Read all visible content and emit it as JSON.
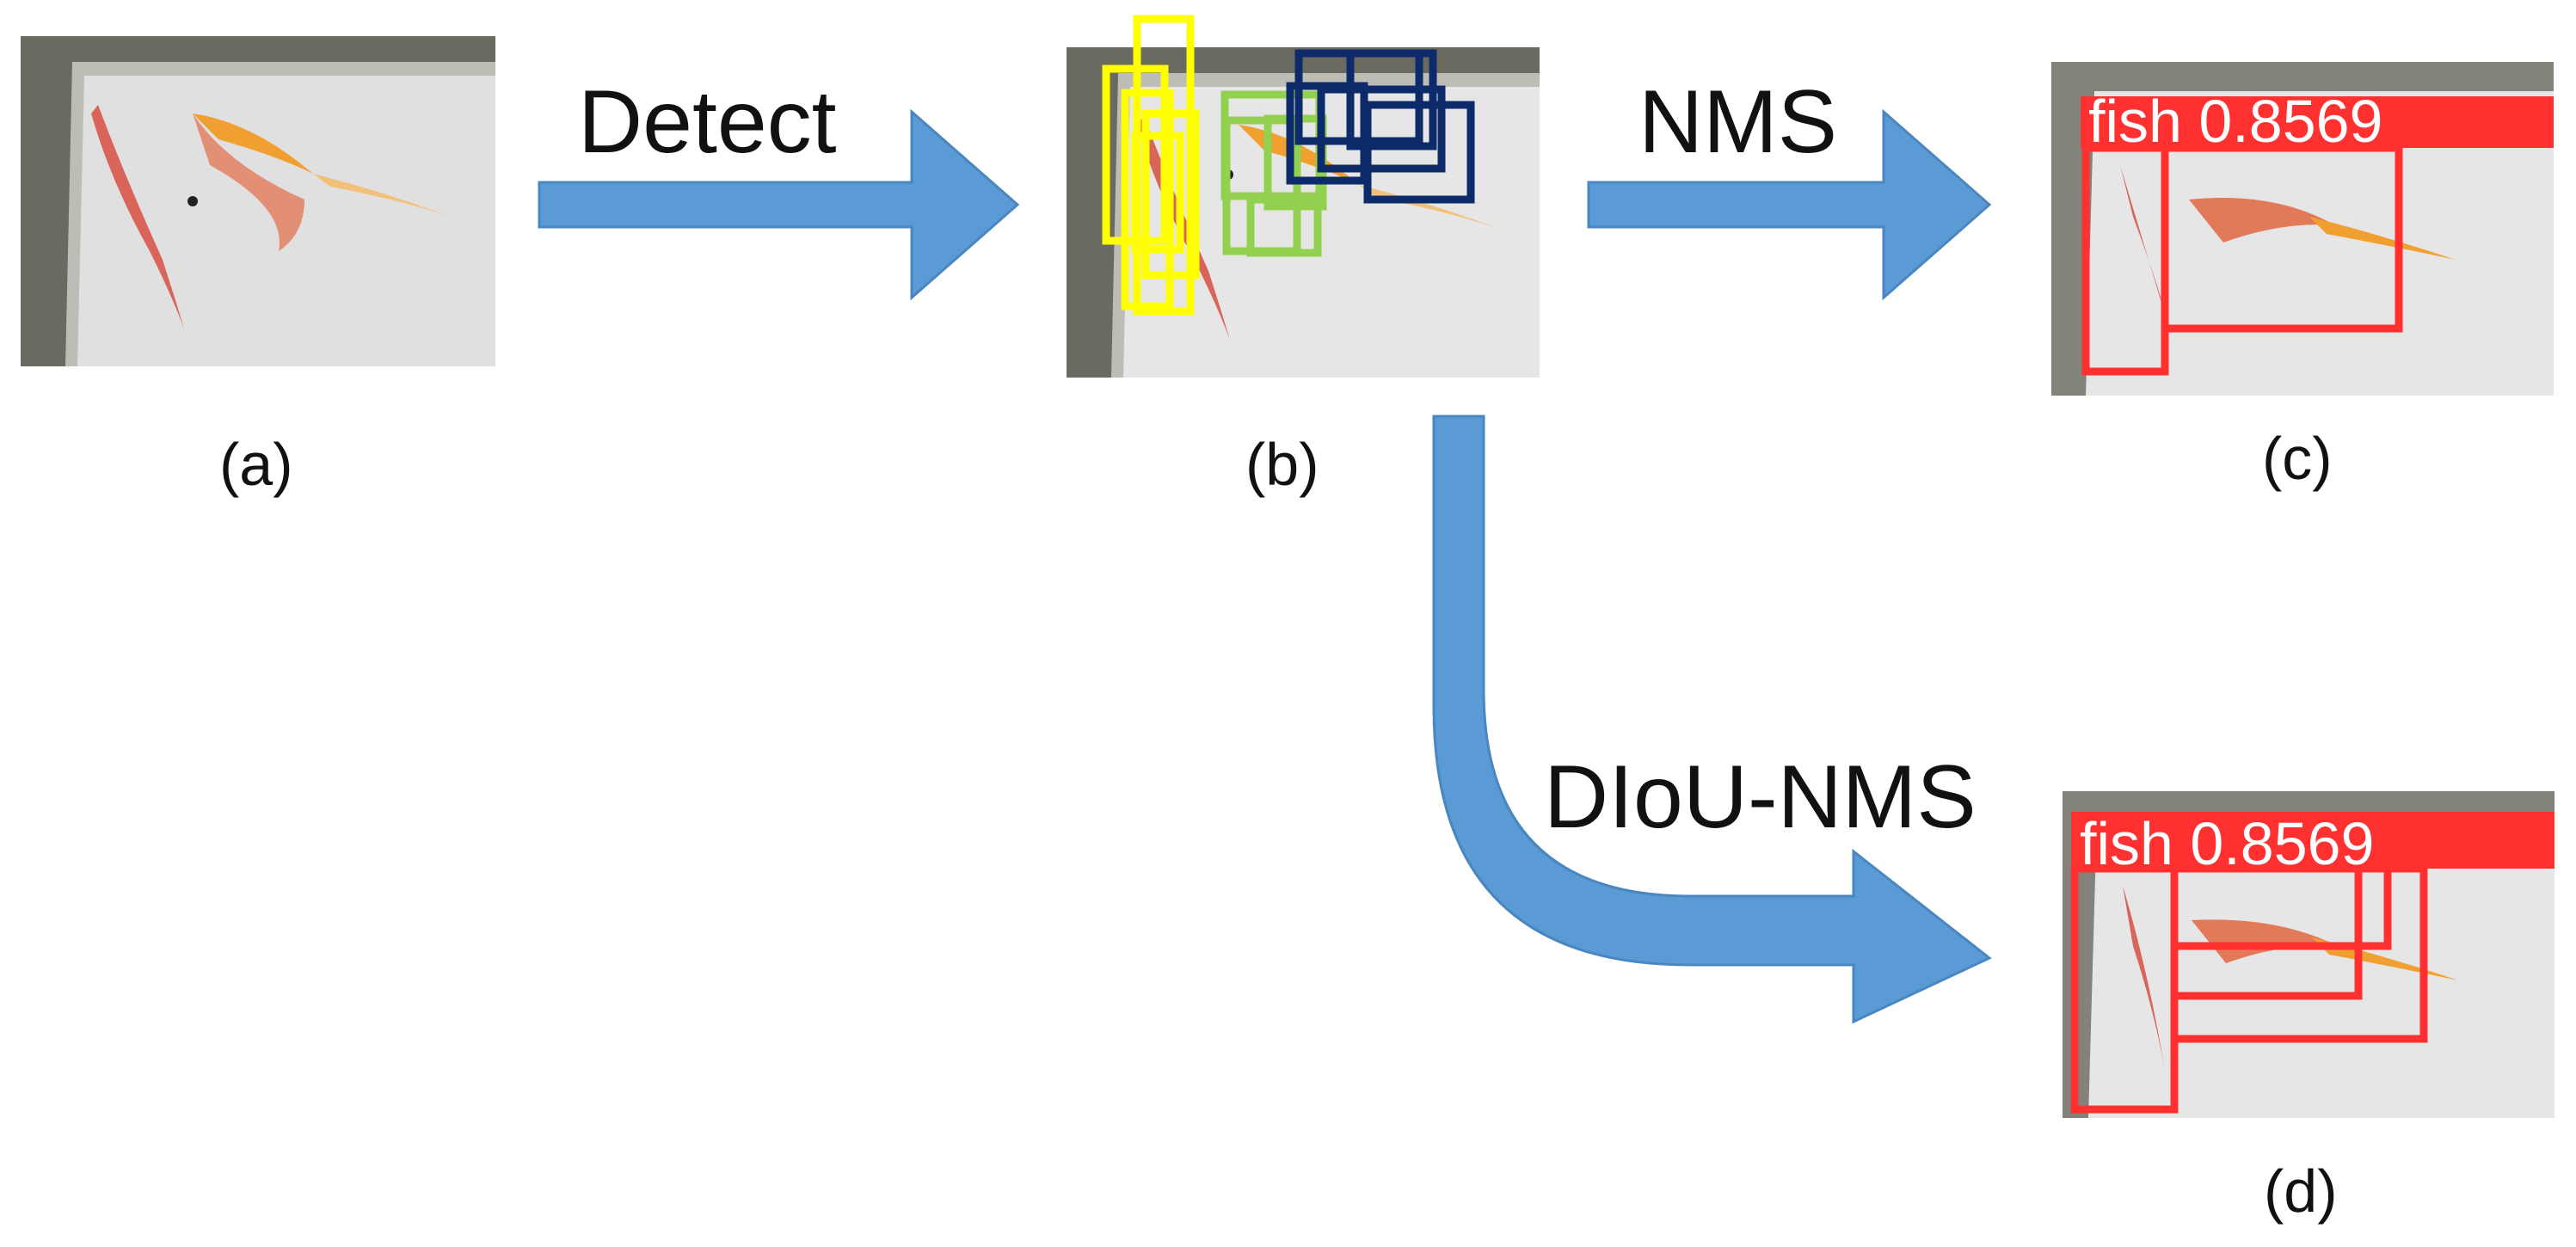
{
  "panels": {
    "a": {
      "caption": "(a)"
    },
    "b": {
      "caption": "(b)"
    },
    "c": {
      "caption": "(c)",
      "detection_text": "fish 0.8569"
    },
    "d": {
      "caption": "(d)",
      "detection_text": "fish 0.8569"
    }
  },
  "operations": {
    "detect": "Detect",
    "nms": "NMS",
    "diou_nms": "DIoU-NMS"
  },
  "colors": {
    "arrow": "#5b9bd5",
    "arrow_stroke": "#4a86c0",
    "box_yellow": "#ffff00",
    "box_green": "#92d050",
    "box_navy": "#0d2a6b",
    "box_red": "#ff3030",
    "fish_body": "#d9645a",
    "fish_gold": "#f0a030"
  }
}
